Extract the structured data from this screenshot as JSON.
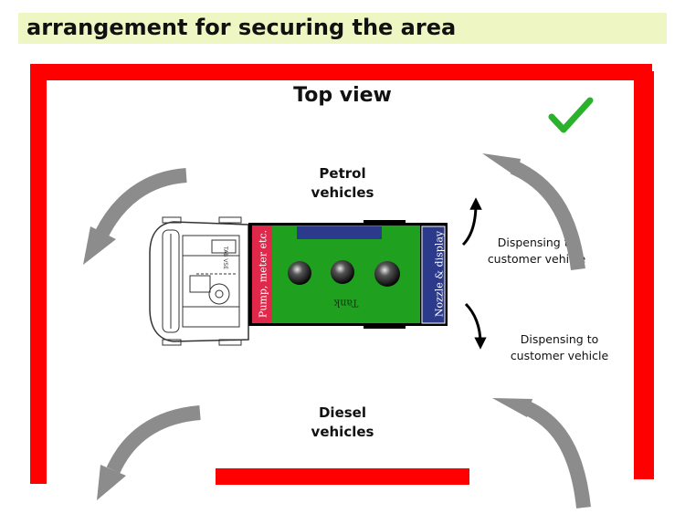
{
  "title": "arrangement for securing the area",
  "top_view_label": "Top view",
  "petrol_label": {
    "line1": "Petrol",
    "line2": "vehicles"
  },
  "diesel_label": {
    "line1": "Diesel",
    "line2": "vehicles"
  },
  "dispensing_top": {
    "line1": "Dispensing to",
    "line2": "customer vehicle"
  },
  "dispensing_bottom": {
    "line1": "Dispensing to",
    "line2": "customer vehicle"
  },
  "compartments": {
    "pump": "Pump, meter etc.",
    "tank": "Tank",
    "nozzle": "Nozzle & display"
  },
  "cab_text": "TAB VSE",
  "colors": {
    "barrier": "#ff0000",
    "title_background": "#eef6c4",
    "tank": "#1fa11f",
    "pump_compartment": "#e0284a",
    "nozzle_compartment": "#2b3a8a",
    "flow_arrow": "#8c8c8c",
    "check": "#2bb12b"
  },
  "icons": [
    "checkmark-icon",
    "curved-arrow-icon"
  ]
}
